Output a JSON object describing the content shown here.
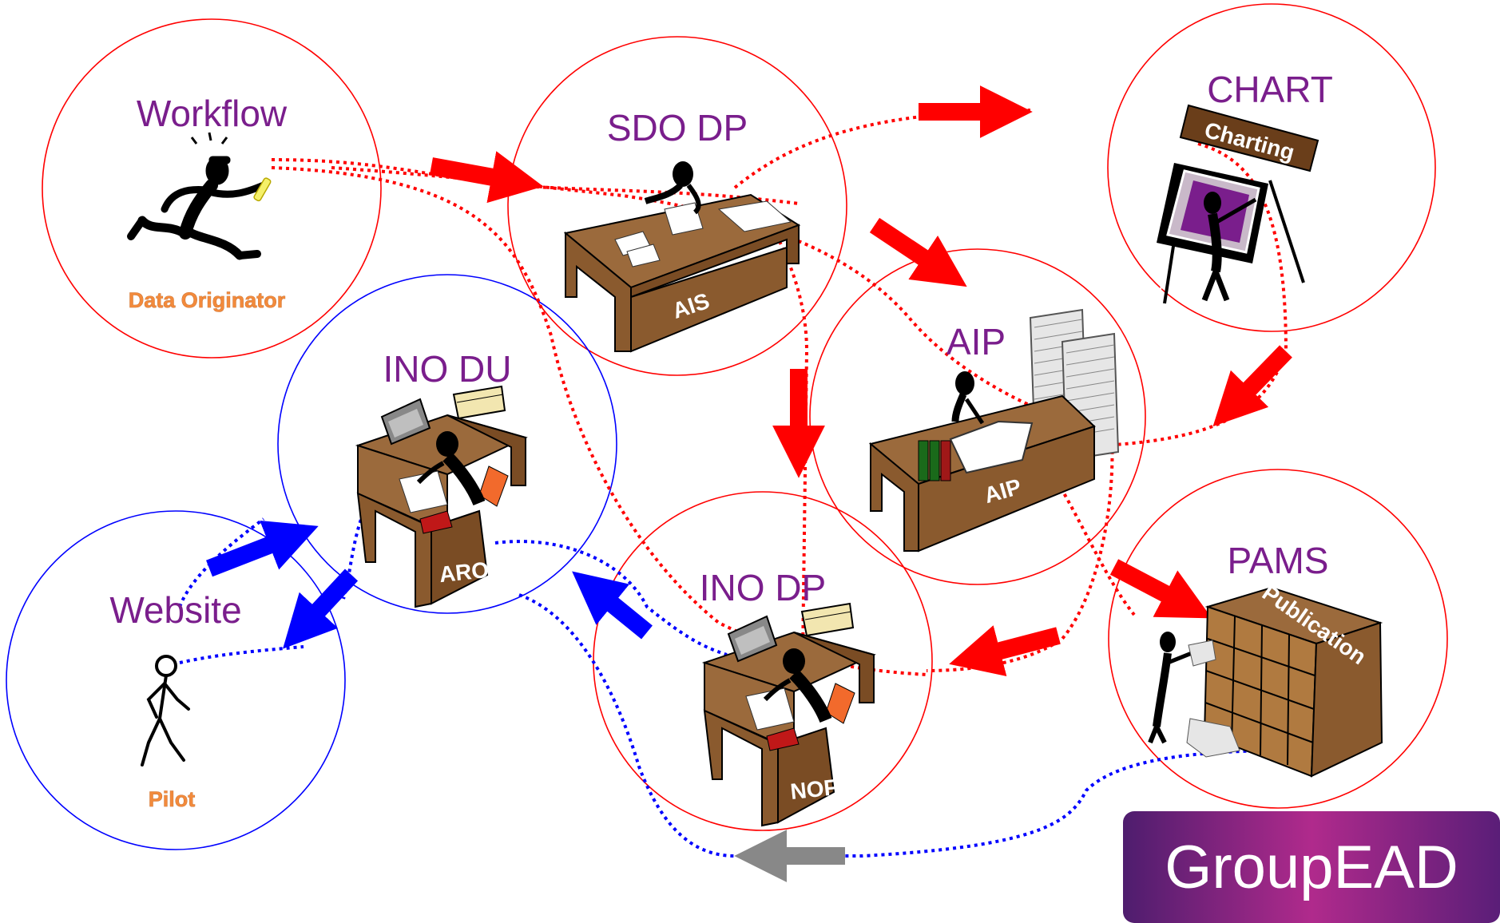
{
  "nodes": {
    "workflow": {
      "title": "Workflow",
      "role": "Data Originator"
    },
    "sdo_dp": {
      "title": "SDO DP",
      "desk": "AIS"
    },
    "chart": {
      "title": "CHART",
      "sign": "Charting"
    },
    "aip": {
      "title": "AIP",
      "desk": "AIP"
    },
    "ino_du": {
      "title": "INO DU",
      "desk": "ARO"
    },
    "website": {
      "title": "Website",
      "role": "Pilot"
    },
    "ino_dp": {
      "title": "INO DP",
      "desk": "NOF"
    },
    "pams": {
      "title": "PAMS",
      "sign": "Publication"
    }
  },
  "brand": {
    "name": "GroupEAD"
  },
  "colors": {
    "red": "#ff0000",
    "blue": "#0000ff",
    "purple_text": "#7a1e8c",
    "orange_label": "#f28a3c",
    "desk_brown": "#9b6a3c",
    "gray_arrow": "#888888"
  },
  "icons": [
    "runner-icon",
    "desk-worker-icon",
    "easel-painter-icon",
    "paper-stack-icon",
    "computer-desk-icon",
    "stick-pilot-icon",
    "mailbox-shelf-icon"
  ]
}
